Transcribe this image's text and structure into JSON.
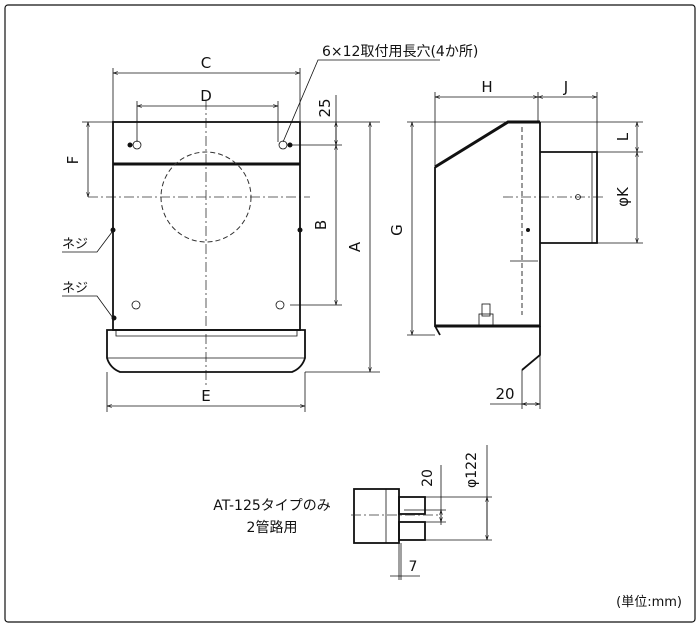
{
  "front_view": {
    "dim_c": "C",
    "dim_d": "D",
    "dim_25": "25",
    "dim_f": "F",
    "dim_b": "B",
    "dim_a": "A",
    "dim_e": "E",
    "note_slots": "6×12取付用長穴(4か所)",
    "note_screw_1": "ネジ",
    "note_screw_2": "ネジ"
  },
  "side_view": {
    "dim_h": "H",
    "dim_j": "J",
    "dim_g": "G",
    "dim_l": "L",
    "dim_k": "φK",
    "dim_20": "20"
  },
  "detail": {
    "caption_line1": "AT-125タイプのみ",
    "caption_line2": "2管路用",
    "dim_122": "φ122",
    "dim_20": "20",
    "dim_7": "7"
  },
  "unit_note": "(単位:mm)"
}
